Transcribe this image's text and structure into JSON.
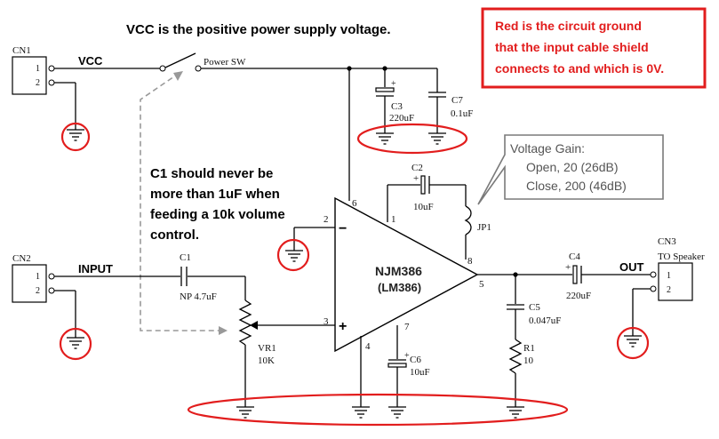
{
  "annotations": {
    "vcc_note": "VCC is the positive power supply voltage.",
    "red_note": [
      "Red is the circuit ground",
      "that the input cable shield",
      "connects to and which is 0V."
    ],
    "c1_note": [
      "C1 should never be",
      "more than 1uF when",
      "feeding a 10k volume",
      "control."
    ],
    "gain_title": "Voltage Gain:",
    "gain_open": "Open, 20 (26dB)",
    "gain_close": "Close, 200 (46dB)"
  },
  "connectors": {
    "cn1": "CN1",
    "cn2": "CN2",
    "cn3": "CN3",
    "cn3_desc": "TO Speaker",
    "pin1": "1",
    "pin2": "2"
  },
  "nets": {
    "vcc": "VCC",
    "input": "INPUT",
    "out": "OUT",
    "power_sw": "Power SW"
  },
  "components": {
    "c1": "C1",
    "c1_val": "NP 4.7uF",
    "c2": "C2",
    "c2_val": "10uF",
    "c3": "C3",
    "c3_val": "220uF",
    "c4": "C4",
    "c4_val": "220uF",
    "c5": "C5",
    "c5_val": "0.047uF",
    "c6": "C6",
    "c6_val": "10uF",
    "c7": "C7",
    "c7_val": "0.1uF",
    "r1": "R1",
    "r1_val": "10",
    "vr1": "VR1",
    "vr1_val": "10K",
    "jp1": "JP1",
    "ic_name": "NJM386",
    "ic_alt": "(LM386)",
    "plus": "+",
    "minus": "−"
  },
  "ic_pins": {
    "p1": "1",
    "p2": "2",
    "p3": "3",
    "p4": "4",
    "p5": "5",
    "p6": "6",
    "p7": "7",
    "p8": "8"
  },
  "colors": {
    "ground_highlight": "#e21d1d",
    "wire": "#000000",
    "callout_border": "#7a7a7a"
  }
}
